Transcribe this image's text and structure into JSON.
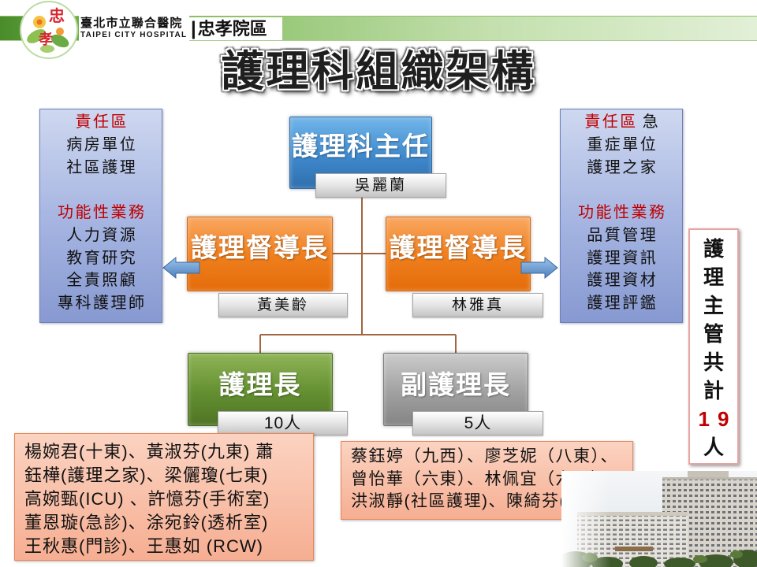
{
  "header": {
    "logo_text": [
      "忠",
      "孝"
    ],
    "hospital_name_zh": "臺北市立聯合醫院",
    "hospital_name_en": "TAIPEI CITY HOSPITAL",
    "separator": "|",
    "branch_name": "忠孝院區"
  },
  "title": "護理科組織架構",
  "org_chart": {
    "director": {
      "title": "護理科主任",
      "name": "吳麗蘭"
    },
    "supervisors": [
      {
        "title": "護理督導長",
        "name": "黃美齡"
      },
      {
        "title": "護理督導長",
        "name": "林雅真"
      }
    ],
    "head_nurse": {
      "title": "護理長",
      "count": "10人"
    },
    "deputy_head_nurse": {
      "title": "副護理長",
      "count": "5人"
    }
  },
  "left_panel": {
    "responsibility_label": "責任區",
    "responsibility_items": [
      "病房單位",
      "社區護理"
    ],
    "function_label": "功能性業務",
    "function_items": [
      "人力資源",
      "教育研究",
      "全責照顧",
      "專科護理師"
    ]
  },
  "right_panel": {
    "responsibility_label": "責任區",
    "responsibility_extra": "急",
    "responsibility_items": [
      "重症單位",
      "護理之家"
    ],
    "function_label": "功能性業務",
    "function_items": [
      "品質管理",
      "護理資訊",
      "護理資材",
      "護理評鑑"
    ]
  },
  "total_box": {
    "label": "護理主管共計",
    "number": "19",
    "unit": "人"
  },
  "head_nurse_list": [
    "楊婉君(十東)、黃淑芬(九東) 蕭",
    "鈺樺(護理之家)、梁儷瓊(七東)",
    "高婉甄(ICU) 、許憶芬(手術室)",
    "董恩璇(急診)、涂宛鈴(透析室)",
    "王秋惠(門診)、王惠如 (RCW)"
  ],
  "deputy_list": [
    "蔡鈺婷（九西）、廖芝妮（八東）、",
    "曾怡華（六東）、林佩宜（六西）",
    "洪淑靜(社區護理)、陳綺芬(五西)"
  ],
  "icons": {
    "logo": "hospital-logo",
    "left_arrow": "arrow-left-icon",
    "right_arrow": "arrow-right-icon",
    "photo": "hospital-building-photo"
  },
  "colors": {
    "director_box": "#3f89cc",
    "supervisor_box": "#f0801f",
    "head_nurse_box": "#638f31",
    "deputy_box": "#a0a0a0",
    "highlight_red": "#c00000",
    "connector": "#a0663f",
    "info_panel": "#a7b6e2",
    "arrow": "#4f81bd",
    "list_box": "#f8bba2",
    "header_green": "#6aab45"
  }
}
